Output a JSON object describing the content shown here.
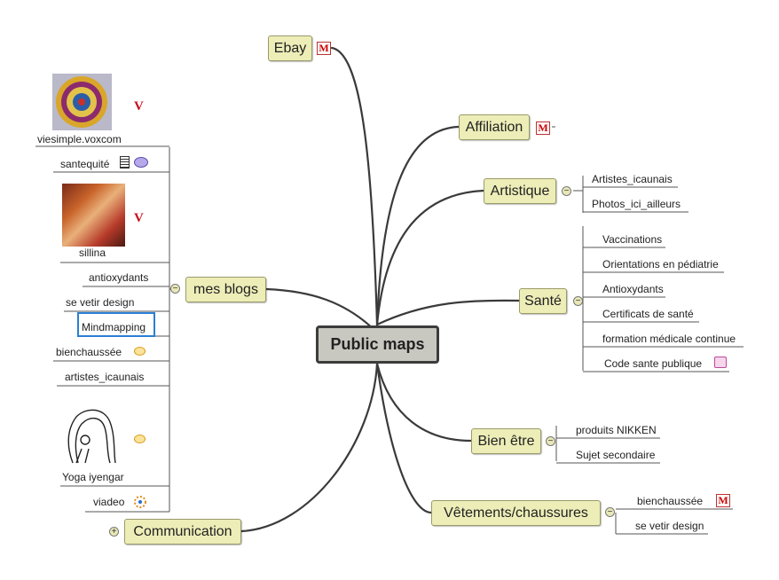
{
  "central": "Public maps",
  "branches": {
    "ebay": "Ebay",
    "affiliation": "Affiliation",
    "artistique": "Artistique",
    "sante": "Santé",
    "bien_etre": "Bien être",
    "vetements": "Vêtements/chaussures",
    "communication": "Communication",
    "mes_blogs": "mes blogs"
  },
  "artistique_items": [
    "Artistes_icaunais",
    "Photos_ici_ailleurs"
  ],
  "sante_items": [
    "Vaccinations",
    "Orientations en pédiatrie",
    "Antioxydants",
    "Certificats de santé",
    "formation médicale continue",
    "Code sante publique"
  ],
  "bien_etre_items": [
    "produits NIKKEN",
    "Sujet secondaire"
  ],
  "vetements_items": [
    "bienchaussée",
    "se vetir design"
  ],
  "blog_items": [
    "viesimple.voxcom",
    "santequité",
    "sillina",
    "antioxydants",
    "se vetir design",
    "Mindmapping",
    "bienchaussée",
    "artistes_icaunais",
    "Yoga iyengar",
    "viadeo"
  ],
  "icons": {
    "gmail": "M",
    "vox": "V",
    "collapse": "−",
    "expand": "+"
  }
}
